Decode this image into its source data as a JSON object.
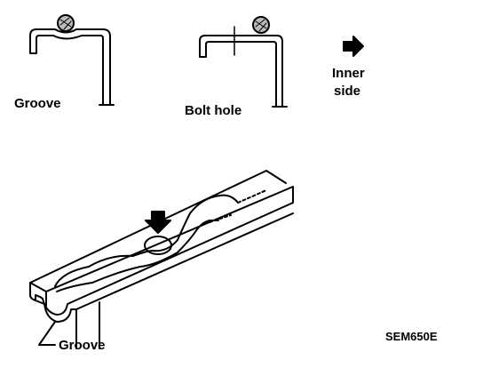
{
  "labels": {
    "groove_top": "Groove",
    "bolt_hole": "Bolt hole",
    "inner": "Inner",
    "side": "side",
    "groove_bottom": "Groove",
    "figure_code": "SEM650E"
  },
  "colors": {
    "ink": "#000000",
    "paper": "#ffffff"
  }
}
